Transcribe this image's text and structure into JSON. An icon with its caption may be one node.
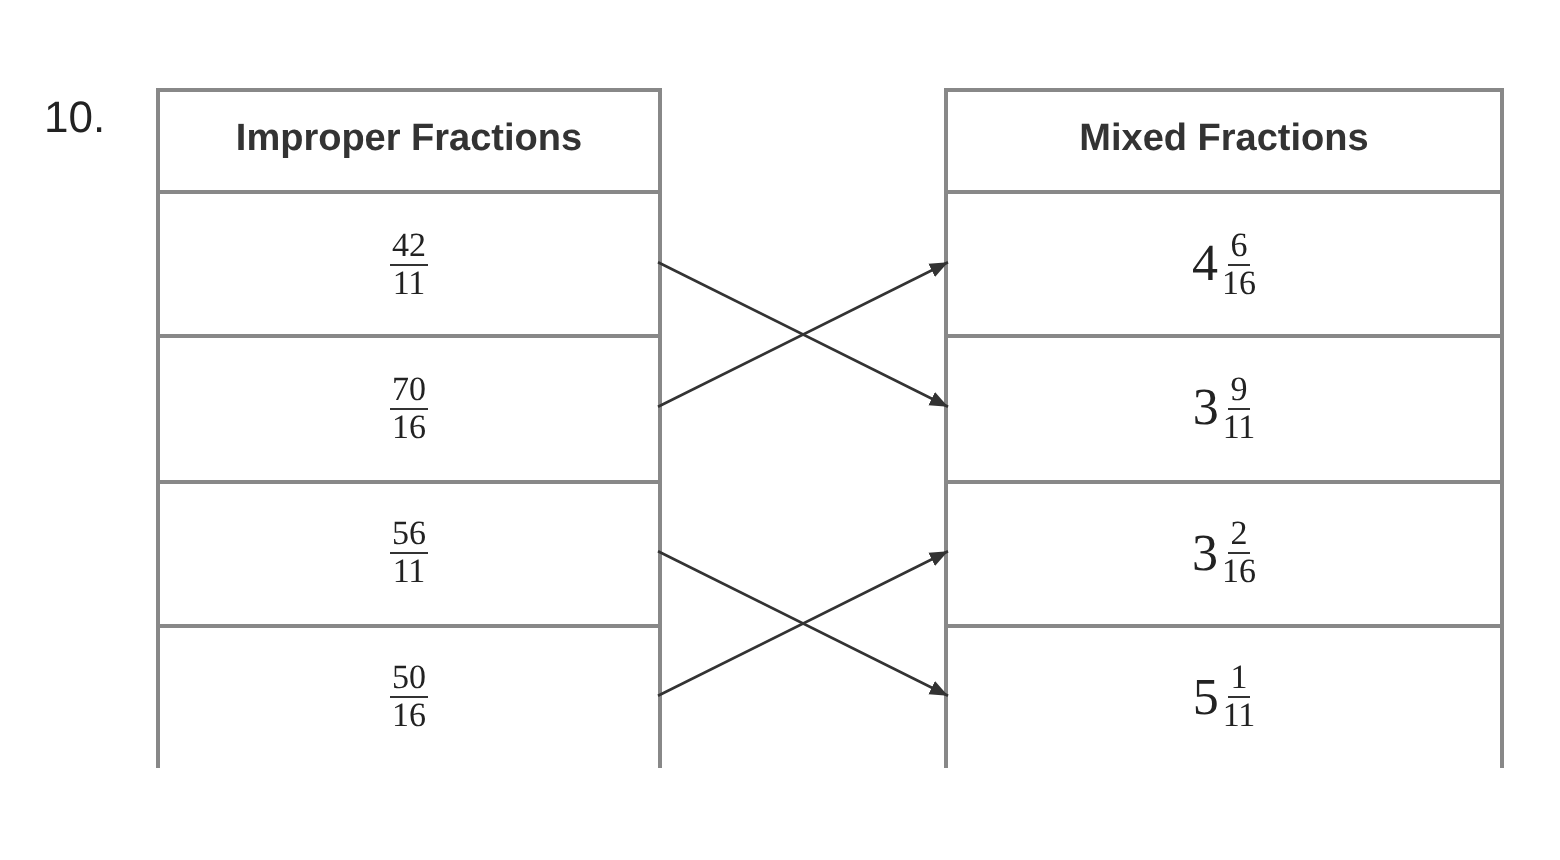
{
  "diagram": {
    "nodes": [
      {
        "text": [
          "Improper Fractions"
        ]
      },
      {
        "text": [
          "42",
          "11"
        ],
        "in": 0
      },
      {
        "text": [
          "70",
          "16"
        ],
        "in": 0
      },
      {
        "text": [
          "56",
          "11"
        ],
        "in": 0
      },
      {
        "text": [
          "50",
          "16"
        ],
        "in": 0
      },
      {
        "text": [
          "Mixed Fractions"
        ]
      },
      {
        "text": [
          "4",
          "6",
          "16"
        ],
        "in": 5
      },
      {
        "text": [
          "3",
          "9",
          "11"
        ],
        "in": 5
      },
      {
        "text": [
          "3",
          "2",
          "16"
        ],
        "in": 5
      },
      {
        "text": [
          "5",
          "1",
          "11"
        ],
        "in": 5
      }
    ],
    "edges": [
      {
        "from": 1,
        "to": 7,
        "arrow": "to"
      },
      {
        "from": 2,
        "to": 6,
        "arrow": "to"
      },
      {
        "from": 3,
        "to": 9,
        "arrow": "to"
      },
      {
        "from": 4,
        "to": 8,
        "arrow": "to"
      }
    ],
    "labels": [
      "10."
    ]
  }
}
